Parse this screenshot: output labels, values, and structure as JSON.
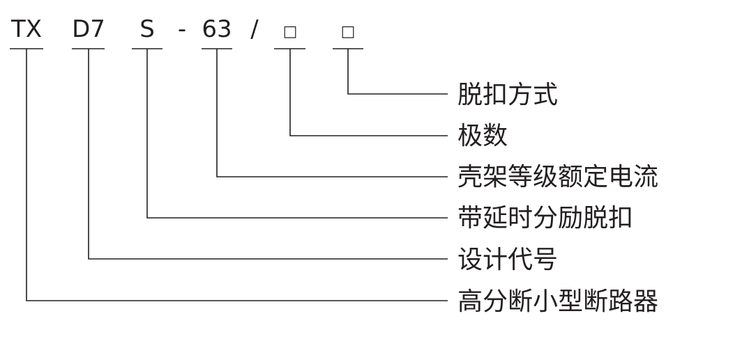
{
  "model_code": {
    "parts": [
      "TX",
      "D7",
      "S",
      "-",
      "63",
      "/",
      "□",
      "□"
    ]
  },
  "labels": [
    "脱扣方式",
    "极数",
    "壳架等级额定电流",
    "带延时分励脱扣",
    "设计代号",
    "高分断小型断路器"
  ],
  "colors": {
    "ink": "#231f20",
    "background": "#ffffff"
  }
}
